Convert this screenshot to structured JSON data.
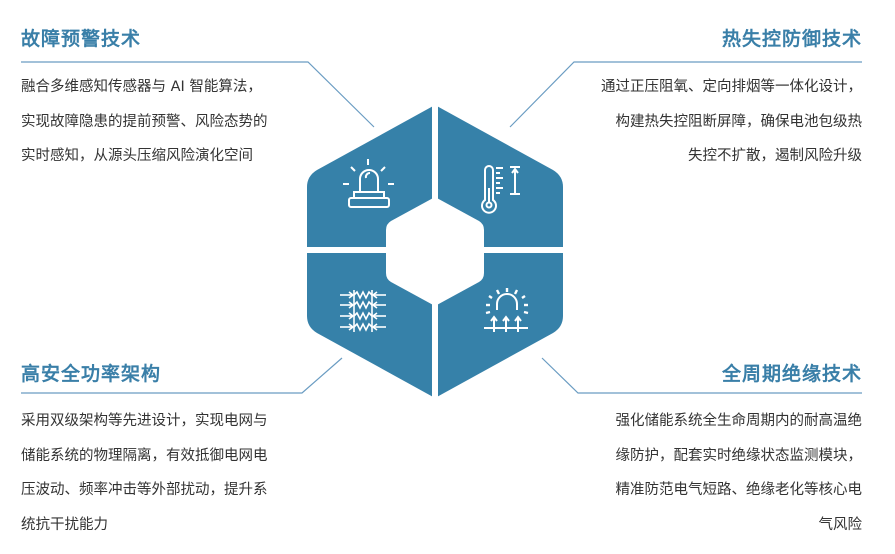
{
  "colors": {
    "accent": "#3681a9",
    "title": "#3a7fa8",
    "text": "#333333",
    "line": "#5a8fb8"
  },
  "sections": [
    {
      "title": "故障预警技术",
      "icon": "alarm-light-icon",
      "lines": [
        "融合多维感知传感器与 AI 智能算法，",
        "实现故障隐患的提前预警、风险态势的",
        "实时感知，从源头压缩风险演化空间"
      ]
    },
    {
      "title": "热失控防御技术",
      "icon": "thermometer-icon",
      "lines": [
        "通过正压阻氧、定向排烟等一体化设计，",
        "构建热失控阻断屏障，确保电池包级热",
        "失控不扩散，遏制风险升级"
      ]
    },
    {
      "title": "高安全功率架构",
      "icon": "resistor-grid-icon",
      "lines": [
        "采用双级架构等先进设计，实现电网与",
        "储能系统的物理隔离，有效抵御电网电",
        "压波动、频率冲击等外部扰动，提升系",
        "统抗干扰能力"
      ]
    },
    {
      "title": "全周期绝缘技术",
      "icon": "insulation-dome-icon",
      "lines": [
        "强化储能系统全生命周期内的耐高温绝",
        "缘防护，配套实时绝缘状态监测模块，",
        "精准防范电气短路、绝缘老化等核心电",
        "气风险"
      ]
    }
  ]
}
